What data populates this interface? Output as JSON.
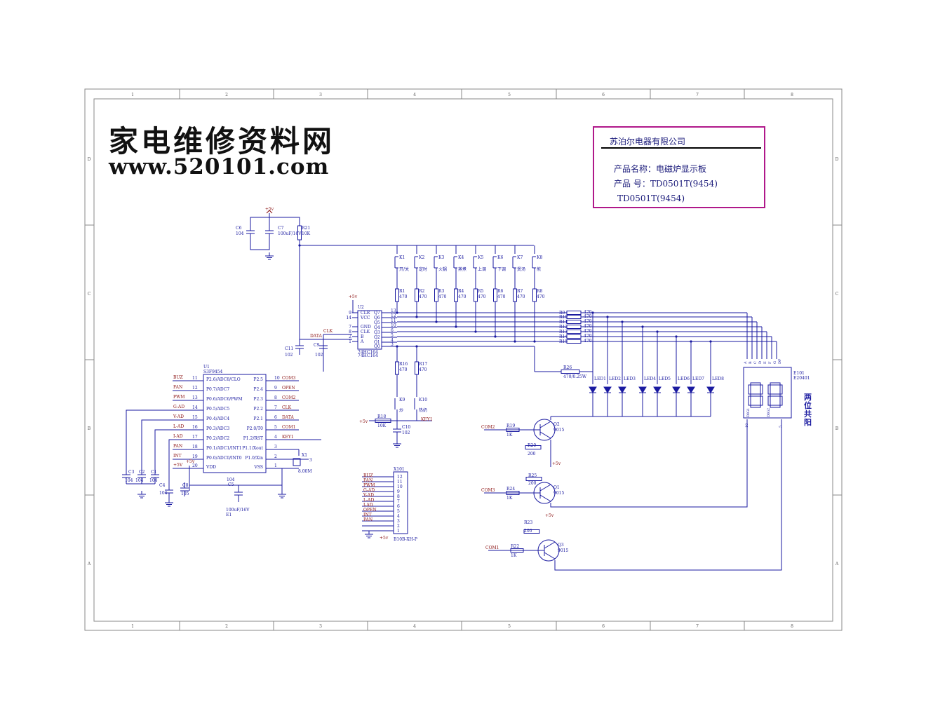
{
  "watermark": {
    "chinese": "家电维修资料网",
    "url": "www.520101.com"
  },
  "title_block": {
    "company": "苏泊尔电器有限公司",
    "product_name_line": "产品名称：电磁炉显示板",
    "product_model_line": "产品 号：TD0501T(9454)",
    "model_repeat": "TD0501T(9454)"
  },
  "frame": {
    "columns": [
      "1",
      "2",
      "3",
      "4",
      "5",
      "6",
      "7",
      "8"
    ],
    "rows": [
      "D",
      "C",
      "B",
      "A"
    ]
  },
  "power": {
    "vcc": "+5v"
  },
  "mcu": {
    "ref": "U1",
    "part": "S3F9454",
    "left_pins": [
      {
        "net": "BUZ",
        "num": "11",
        "name": "P2.6/ADC8/CLO"
      },
      {
        "net": "FAN",
        "num": "12",
        "name": "P0.7/ADC7"
      },
      {
        "net": "PWM",
        "num": "13",
        "name": "P0.6/ADC6/PWM"
      },
      {
        "net": "G-AD",
        "num": "14",
        "name": "P0.5/ADC5"
      },
      {
        "net": "V-AD",
        "num": "15",
        "name": "P0.4/ADC4"
      },
      {
        "net": "L-AD",
        "num": "16",
        "name": "P0.3/ADC3"
      },
      {
        "net": "I-AD",
        "num": "17",
        "name": "P0.2/ADC2"
      },
      {
        "net": "PAN",
        "num": "18",
        "name": "P0.1/ADC1/INT1"
      },
      {
        "net": "INT",
        "num": "19",
        "name": "P0.0/ADC0/INT0"
      },
      {
        "net": "+5V",
        "num": "20",
        "name": "VDD"
      }
    ],
    "right_pins": [
      {
        "name": "P2.5",
        "num": "10",
        "net": "COM3"
      },
      {
        "name": "P2.4",
        "num": "9",
        "net": "OPEN"
      },
      {
        "name": "P2.3",
        "num": "8",
        "net": "COM2"
      },
      {
        "name": "P2.2",
        "num": "7",
        "net": "CLK"
      },
      {
        "name": "P2.1",
        "num": "6",
        "net": "DATA"
      },
      {
        "name": "P2.0/T0",
        "num": "5",
        "net": "COM1"
      },
      {
        "name": "P1.2/RST",
        "num": "4",
        "net": "KEY1"
      },
      {
        "name": "P1.1/Xout",
        "num": "3",
        "net": ""
      },
      {
        "name": "P1.0/Xin",
        "num": "2",
        "net": ""
      },
      {
        "name": "VSS",
        "num": "1",
        "net": ""
      }
    ]
  },
  "shift_register": {
    "ref": "U2",
    "part": "74HC164",
    "left_pins": [
      {
        "num": "9",
        "name": "CLR"
      },
      {
        "num": "14",
        "name": "VCC"
      },
      {
        "num": "7",
        "name": "GND"
      },
      {
        "num": "8",
        "name": "CLK"
      },
      {
        "num": "2",
        "name": "B"
      },
      {
        "num": "1",
        "name": "A"
      }
    ],
    "right_pins": [
      {
        "name": "Q7",
        "num": "13"
      },
      {
        "name": "Q6",
        "num": "12"
      },
      {
        "name": "Q5",
        "num": "11"
      },
      {
        "name": "Q4",
        "num": "10"
      },
      {
        "name": "Q3",
        "num": "6"
      },
      {
        "name": "Q2",
        "num": "5"
      },
      {
        "name": "Q1",
        "num": "4"
      },
      {
        "name": "Q0",
        "num": "3"
      }
    ],
    "nets": {
      "data": "DATA",
      "clk": "CLK"
    }
  },
  "keys": [
    {
      "ref": "K1",
      "label": "开/关",
      "res": "R1",
      "val": "470"
    },
    {
      "ref": "K2",
      "label": "定时",
      "res": "R2",
      "val": "470"
    },
    {
      "ref": "K3",
      "label": "火锅",
      "res": "R3",
      "val": "470"
    },
    {
      "ref": "K4",
      "label": "蒸煮",
      "res": "R4",
      "val": "470"
    },
    {
      "ref": "K5",
      "label": "上调",
      "res": "R5",
      "val": "470"
    },
    {
      "ref": "K6",
      "label": "下调",
      "res": "R6",
      "val": "470"
    },
    {
      "ref": "K7",
      "label": "煲汤",
      "res": "R7",
      "val": "470"
    },
    {
      "ref": "K8",
      "label": "煎",
      "res": "R8",
      "val": "470"
    }
  ],
  "keys_lower": [
    {
      "ref": "K9",
      "label": "炒",
      "res": "R16",
      "val": "470"
    },
    {
      "ref": "K10",
      "label": "热奶",
      "res": "R17",
      "val": "470"
    }
  ],
  "seg_resistors": [
    {
      "ref": "R9",
      "val": "470"
    },
    {
      "ref": "R10",
      "val": "470"
    },
    {
      "ref": "R11",
      "val": "470"
    },
    {
      "ref": "R12",
      "val": "470"
    },
    {
      "ref": "R13",
      "val": "470"
    },
    {
      "ref": "R14",
      "val": "470"
    },
    {
      "ref": "R15",
      "val": "470"
    }
  ],
  "leds": [
    "LED1",
    "LED2",
    "LED3",
    "LED4",
    "LED5",
    "LED6",
    "LED7",
    "LED8"
  ],
  "led_resistor": {
    "ref": "R26",
    "val": "470/0.25W"
  },
  "display": {
    "ref": "E101",
    "part": "E20401",
    "segments": [
      "A",
      "B",
      "C",
      "D",
      "E",
      "F",
      "G",
      "DP"
    ],
    "digits": [
      "DIG1",
      "DIG2"
    ],
    "pin_d1": "10",
    "pin_d2": "5",
    "note": "两位共阳"
  },
  "transistors": [
    {
      "ref": "Q2",
      "type": "9015",
      "com": "COM2",
      "rb": "R19",
      "rb_val": "1K",
      "rbe": "R20",
      "rbe_val": "200"
    },
    {
      "ref": "Q1",
      "type": "9015",
      "com": "COM3",
      "rb": "R24",
      "rb_val": "1K",
      "rbe": "R25",
      "rbe_val": "200"
    },
    {
      "ref": "Q3",
      "type": "9015",
      "com": "COM1",
      "rb": "R22",
      "rb_val": "1K",
      "rbe": "R23",
      "rbe_val": "200"
    }
  ],
  "passives": {
    "C6": {
      "ref": "C6",
      "val": "104"
    },
    "C7": {
      "ref": "C7",
      "val": "100uF/16V"
    },
    "R21": {
      "ref": "R21",
      "val": "10K"
    },
    "C11": {
      "ref": "C11",
      "val": "102"
    },
    "C9": {
      "ref": "C9",
      "val": "102"
    },
    "R18": {
      "ref": "R18",
      "val": "10K"
    },
    "C10": {
      "ref": "C10",
      "val": "102"
    },
    "C3": {
      "ref": "C3",
      "val": "104"
    },
    "C2": {
      "ref": "C2",
      "val": "104"
    },
    "C1": {
      "ref": "C1",
      "val": "104"
    },
    "C4": {
      "ref": "C4",
      "val": "104"
    },
    "C8": {
      "ref": "C8",
      "val": "105"
    },
    "C5": {
      "ref": "C5",
      "val": "104"
    },
    "E1": {
      "ref": "E1",
      "val": "100uF/16V"
    },
    "X1": {
      "ref": "X1",
      "val": "8.00M"
    }
  },
  "connector": {
    "ref": "X101",
    "part": "B10B-XH-P",
    "pins": [
      {
        "num": "12",
        "net": "BUZ"
      },
      {
        "num": "11",
        "net": "FAN"
      },
      {
        "num": "10",
        "net": "PWM"
      },
      {
        "num": "9",
        "net": "G-AD"
      },
      {
        "num": "8",
        "net": "V-AD"
      },
      {
        "num": "7",
        "net": "L-AD"
      },
      {
        "num": "6",
        "net": "I-AD"
      },
      {
        "num": "5",
        "net": "OPEN"
      },
      {
        "num": "4",
        "net": "INT"
      },
      {
        "num": "3",
        "net": "PAN"
      },
      {
        "num": "2",
        "net": ""
      },
      {
        "num": "1",
        "net": ""
      }
    ]
  },
  "colors": {
    "wire": "#1a1aa0",
    "net_label": "#8a1010",
    "frame": "#888888",
    "title_border": "#b0188a"
  }
}
